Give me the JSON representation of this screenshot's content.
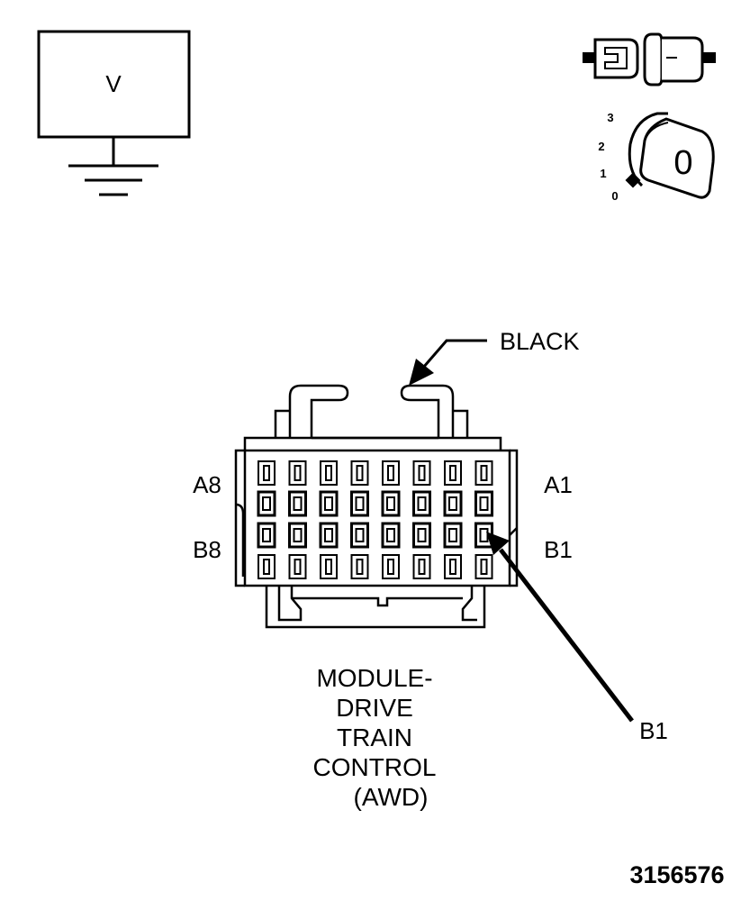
{
  "voltmeter": {
    "label": "V",
    "icon": "voltmeter-ground-icon"
  },
  "connection_icon": "connector-disconnect-icon",
  "ignition": {
    "icon": "ignition-key-icon",
    "positions": [
      "3",
      "2",
      "1",
      "0"
    ],
    "key_label": "0"
  },
  "connector": {
    "color_label": "BLACK",
    "row_a_left": "A8",
    "row_a_right": "A1",
    "row_b_left": "B8",
    "row_b_right": "B1",
    "pin_callout": "B1"
  },
  "title_lines": [
    "MODULE-",
    "DRIVE",
    "TRAIN",
    "CONTROL",
    "(AWD)"
  ],
  "figure_number": "3156576"
}
